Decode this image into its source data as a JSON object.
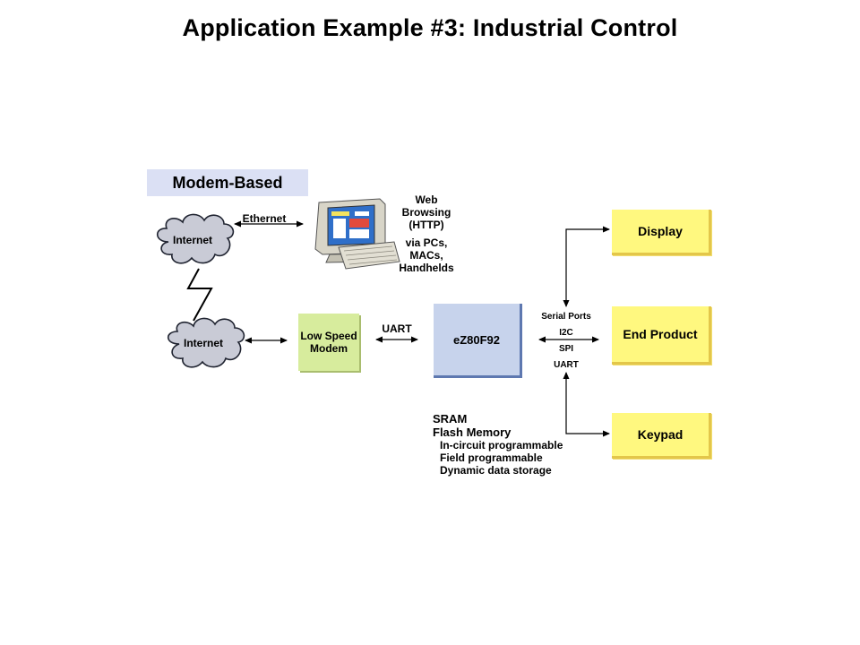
{
  "title": "Application Example #3: Industrial Control",
  "modem_tag": "Modem-Based",
  "links": {
    "ethernet": "Ethernet",
    "uart": "UART"
  },
  "clouds": {
    "top": "Internet",
    "bottom": "Internet"
  },
  "web_text": {
    "line1": "Web",
    "line2": "Browsing",
    "line3": "(HTTP)",
    "line4": "via PCs,",
    "line5": "MACs,",
    "line6": "Handhelds"
  },
  "modem_box": {
    "line1": "Low Speed",
    "line2": "Modem"
  },
  "chip": "eZ80F92",
  "serial": {
    "title": "Serial Ports",
    "i2c": "I2C",
    "spi": "SPI",
    "uart": "UART"
  },
  "outputs": {
    "display": "Display",
    "end_product": "End Product",
    "keypad": "Keypad"
  },
  "memory": {
    "sram": "SRAM",
    "flash": "Flash Memory",
    "items": [
      "In-circuit programmable",
      "Field programmable",
      "Dynamic data storage"
    ]
  }
}
